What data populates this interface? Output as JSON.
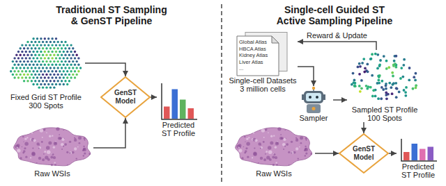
{
  "diagram": {
    "nodes": [
      {
        "text": [
          "Fixed Grid ST Profile",
          "300 Spots"
        ]
      },
      {
        "text": [
          "Raw WSIs"
        ]
      },
      {
        "text": [
          "GenST Model"
        ]
      },
      {
        "text": [
          "Predicted ST Profile"
        ]
      },
      {
        "text": [
          "Global Atlas",
          "HBCA Atlas",
          "Kidney Atlas",
          "Liver Atlas",
          "...",
          "Single-cell Datasets",
          "3 million cells"
        ]
      },
      {
        "text": [
          "Sampler"
        ]
      },
      {
        "text": [
          "Sampled ST Profile",
          "100 Spots"
        ]
      },
      {
        "text": [
          "Raw WSIs"
        ]
      },
      {
        "text": [
          "GenST Model"
        ]
      },
      {
        "text": [
          "Predicted ST Profile"
        ]
      }
    ],
    "edges": [
      {
        "from": 0,
        "to": 2,
        "arrow": "to"
      },
      {
        "from": 1,
        "to": 2,
        "arrow": "to"
      },
      {
        "from": 2,
        "to": 3,
        "arrow": "to"
      },
      {
        "from": 4,
        "to": 5,
        "arrow": "to"
      },
      {
        "from": 5,
        "to": 6,
        "arrow": "to"
      },
      {
        "from": 6,
        "to": 4,
        "label": "Reward & Update",
        "arrow": "to"
      },
      {
        "from": 6,
        "to": 8,
        "arrow": "to"
      },
      {
        "from": 7,
        "to": 8,
        "arrow": "to"
      },
      {
        "from": 8,
        "to": 9,
        "arrow": "to"
      }
    ],
    "labels": [
      "Traditional ST Sampling & GenST Pipeline",
      "Single-cell Guided ST Active Sampling Pipeline"
    ]
  }
}
